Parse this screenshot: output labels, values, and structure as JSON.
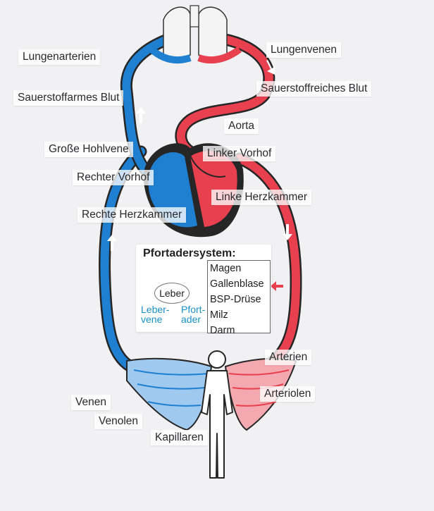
{
  "labels": {
    "lungenarterien": "Lungenarterien",
    "lungenvenen": "Lungenvenen",
    "sauerstoffarmes_blut": "Sauerstoffarmes Blut",
    "sauerstoffreiches_blut": "Sauerstoffreiches Blut",
    "aorta": "Aorta",
    "grosse_hohlvene": "Große Hohlvene",
    "linker_vorhof": "Linker Vorhof",
    "rechter_vorhof": "Rechter Vorhof",
    "linke_herzkammer": "Linke Herzkammer",
    "rechte_herzkammer": "Rechte Herzkammer",
    "arterien": "Arterien",
    "arteriolen": "Arteriolen",
    "venen": "Venen",
    "venolen": "Venolen",
    "kapillaren": "Kapillaren"
  },
  "portal_system": {
    "title": "Pfortadersystem:",
    "organs": [
      "Magen",
      "Gallenblase",
      "BSP-Drüse",
      "Milz",
      "Darm"
    ],
    "liver": "Leber",
    "liver_vein_line1": "Leber-",
    "liver_vein_line2": "vene",
    "portal_vein_line1": "Pfort-",
    "portal_vein_line2": "ader"
  },
  "colors": {
    "oxygen_poor": "#1f7fd1",
    "oxygen_rich": "#e8404f",
    "outline": "#262626",
    "accent_text": "#1a8fc8"
  }
}
